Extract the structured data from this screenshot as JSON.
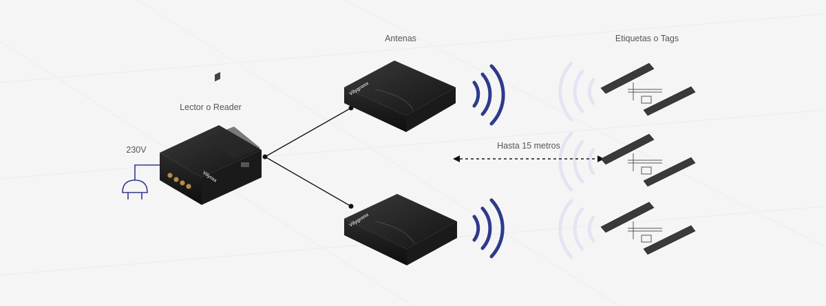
{
  "labels": {
    "antennas": "Antenas",
    "tags": "Etiquetas o Tags",
    "reader": "Lector o Reader",
    "voltage": "230V",
    "range": "Hasta 15 metros"
  },
  "devices": {
    "reader_brand": "Vilyrox",
    "antenna_brand": "Vilygronx"
  },
  "colors": {
    "background": "#f5f5f5",
    "signal": "#2e3a8c",
    "signal_faded": "#e4e5f3",
    "device": "#1e1e1e",
    "tag": "#3a3a3a",
    "connector": "#b98a4a",
    "grid": "#ececec"
  },
  "icons": {
    "power": "power-plug-icon",
    "range": "double-arrow-icon"
  }
}
